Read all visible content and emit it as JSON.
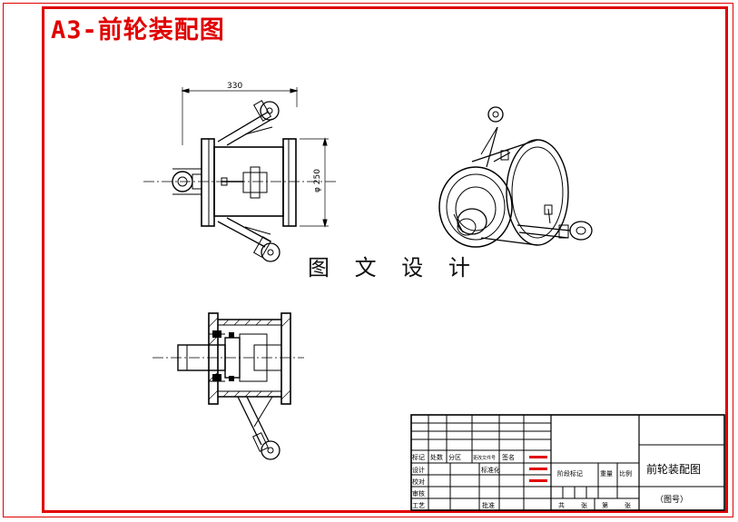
{
  "title": "A3-前轮装配图",
  "watermark": "图 文 设 计",
  "dimensions": {
    "width_label": "330",
    "diameter_label": "φ 250"
  },
  "title_block": {
    "row_labels": [
      "标记",
      "处数",
      "分区",
      "更改文件号",
      "签名"
    ],
    "design": "设计",
    "standardize": "标准化",
    "check": "校对",
    "review": "审核",
    "process": "工艺",
    "approve": "批准",
    "stage_mark": "阶段标记",
    "weight": "重量",
    "scale": "比例",
    "sheets_total": "共",
    "sheet": "张",
    "sheet_no": "第",
    "sheet_unit": "张",
    "drawing_name": "前轮装配图",
    "drawing_no": "（图号）"
  },
  "colors": {
    "frame": "#e00000",
    "ink": "#000000"
  }
}
